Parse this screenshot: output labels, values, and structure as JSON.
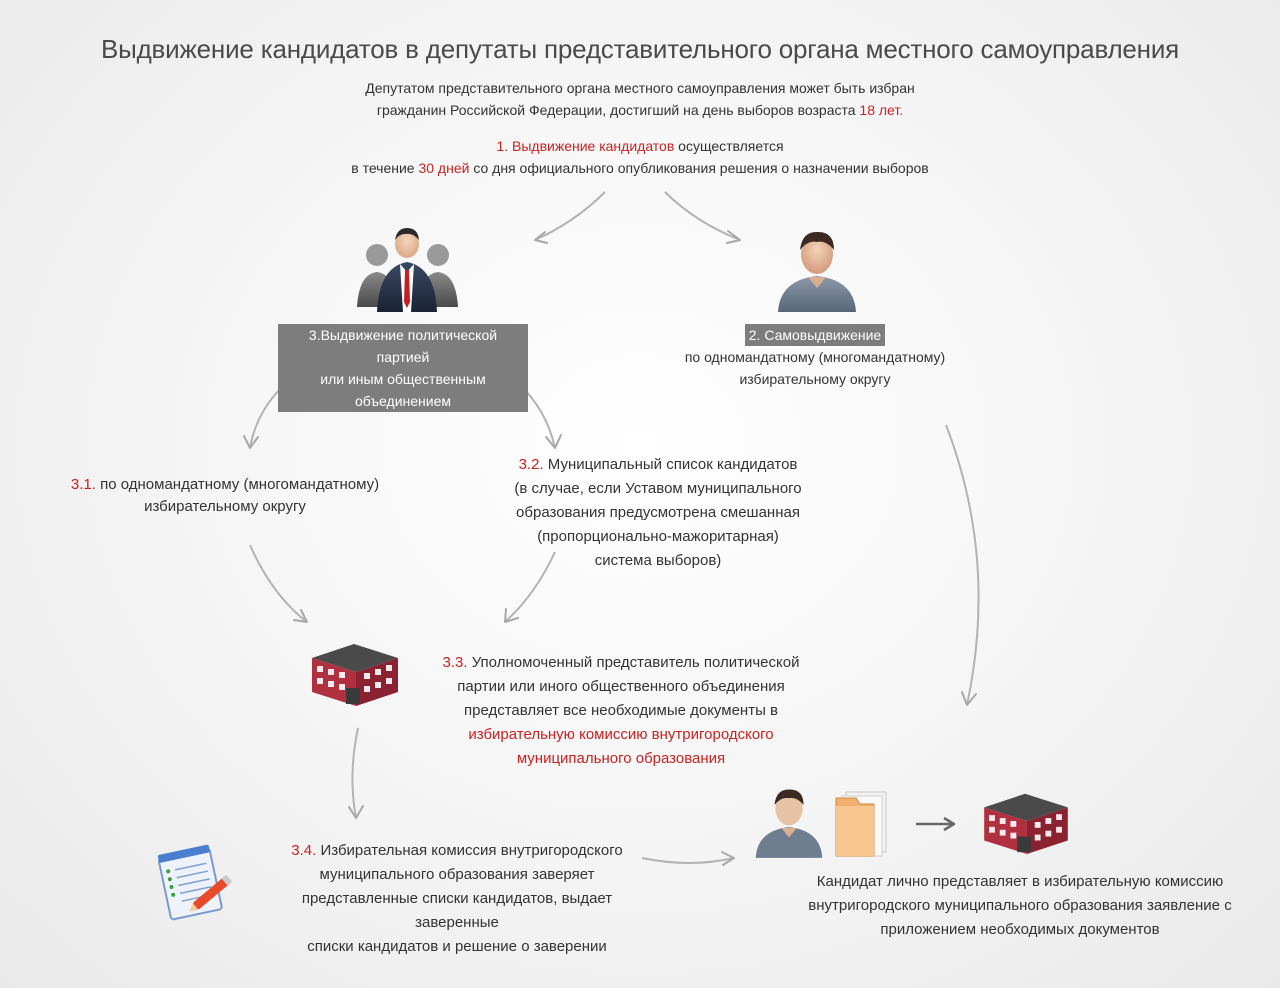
{
  "title": "Выдвижение кандидатов в депутаты представительного органа местного самоуправления",
  "intro": {
    "line1": "Депутатом представительного органа местного самоуправления может быть избран",
    "line2_a": "гражданин Российской Федерации, достигший на день выборов возраста ",
    "line2_b": "18 лет."
  },
  "step1": {
    "num_label": "1. Выдвижение кандидатов",
    "rest": " осуществляется",
    "line2_a": "в течение ",
    "line2_b": "30 дней",
    "line2_c": " со дня официального опубликования решения о назначении выборов"
  },
  "step3": {
    "line1": "3.Выдвижение политической партией",
    "line2": "или иным общественным объединением"
  },
  "step2": {
    "label": "2. Самовыдвижение",
    "line2": "по одномандатному (многомандатному)",
    "line3": "избирательному округу"
  },
  "step31": {
    "num": "3.1.",
    "line1": " по одномандатному (многомандатному)",
    "line2": "избирательному округу"
  },
  "step32": {
    "num": "3.2.",
    "line1": " Муниципальный список кандидатов",
    "line2": "(в случае, если Уставом муниципального",
    "line3": "образования предусмотрена смешанная",
    "line4": "(пропорционально-мажоритарная)",
    "line5": "система выборов)"
  },
  "step33": {
    "num": "3.3.",
    "line1": " Уполномоченный представитель политической",
    "line2": "партии или иного общественного объединения",
    "line3": "представляет все необходимые документы в",
    "line4": "избирательную комиссию внутригородского",
    "line5": "муниципального образования"
  },
  "step34": {
    "num": "3.4.",
    "line1": " Избирательная комиссия  внутригородского",
    "line2": "муниципального образования заверяет",
    "line3": "представленные списки кандидатов, выдает заверенные",
    "line4": "списки кандидатов и решение о заверении"
  },
  "final": {
    "line1": "Кандидат лично представляет в избирательную комиссию",
    "line2": "внутригородского муниципального образования заявление с",
    "line3": "приложением необходимых документов"
  },
  "icons": {
    "group": "group-of-people-icon",
    "person": "person-icon",
    "building": "building-icon",
    "document": "document-with-pen-icon",
    "folder": "folder-icon"
  },
  "colors": {
    "accent_red": "#cc1f1f",
    "label_gray": "#7d7d7d",
    "building_red": "#b03040"
  }
}
